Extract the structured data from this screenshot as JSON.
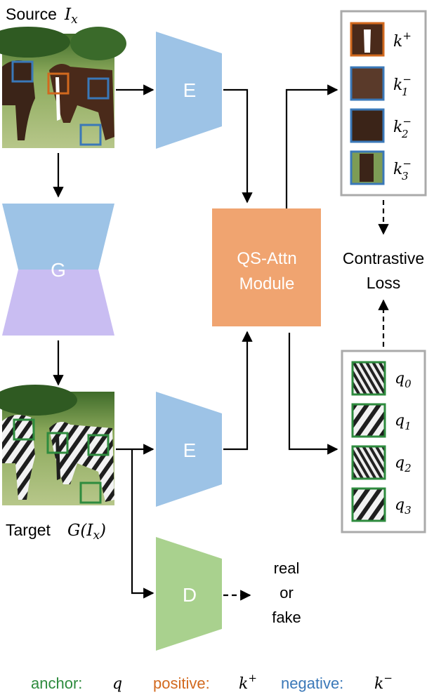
{
  "source": {
    "label": "Source",
    "symbol": "I",
    "sub": "x"
  },
  "target": {
    "label": "Target",
    "symbol": "G(I",
    "sub": "x",
    "close": ")"
  },
  "encoder_top": "E",
  "encoder_bottom": "E",
  "generator": "G",
  "discriminator": "D",
  "attn_module": {
    "line1": "QS-Attn",
    "line2": "Module"
  },
  "contrastive_loss": {
    "line1": "Contrastive",
    "line2": "Loss"
  },
  "disc_output": {
    "line1": "real",
    "line2": "or",
    "line3": "fake"
  },
  "keys": [
    {
      "base": "k",
      "sup": "+",
      "sub": ""
    },
    {
      "base": "k",
      "sup": "−",
      "sub": "1"
    },
    {
      "base": "k",
      "sup": "−",
      "sub": "2"
    },
    {
      "base": "k",
      "sup": "−",
      "sub": "3"
    }
  ],
  "queries": [
    {
      "base": "q",
      "sub": "0"
    },
    {
      "base": "q",
      "sub": "1"
    },
    {
      "base": "q",
      "sub": "2"
    },
    {
      "base": "q",
      "sub": "3"
    }
  ],
  "legend": [
    {
      "label": "anchor:",
      "symbol": "q",
      "sup": "",
      "color": "#2e8b3e"
    },
    {
      "label": "positive:",
      "symbol": "k",
      "sup": "+",
      "color": "#d2691e"
    },
    {
      "label": "negative:",
      "symbol": "k",
      "sup": "−",
      "color": "#3a78b8"
    }
  ],
  "colors": {
    "encoder": "#9dc3e6",
    "generator_top": "#9dc3e6",
    "generator_bottom": "#c9bdf2",
    "discriminator": "#a9d18e",
    "attn_module": "#f0a470",
    "anchor": "#2e8b3e",
    "positive": "#d2691e",
    "negative": "#3a78b8"
  }
}
